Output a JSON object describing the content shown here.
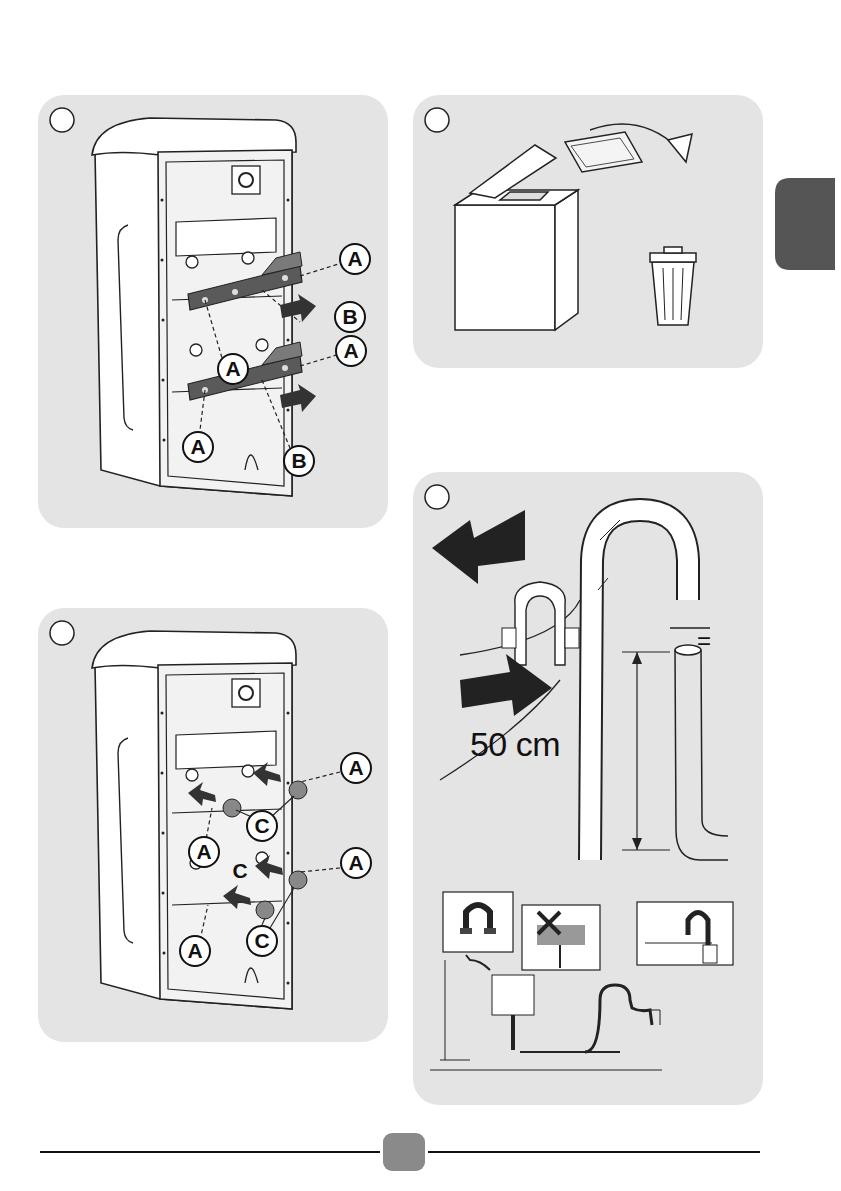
{
  "diagram": {
    "labels": [
      "A",
      "B",
      "A",
      "A",
      "A",
      "B",
      "=",
      "50 cm",
      "A",
      "C",
      "A",
      "C",
      "A",
      "C",
      "A"
    ]
  }
}
